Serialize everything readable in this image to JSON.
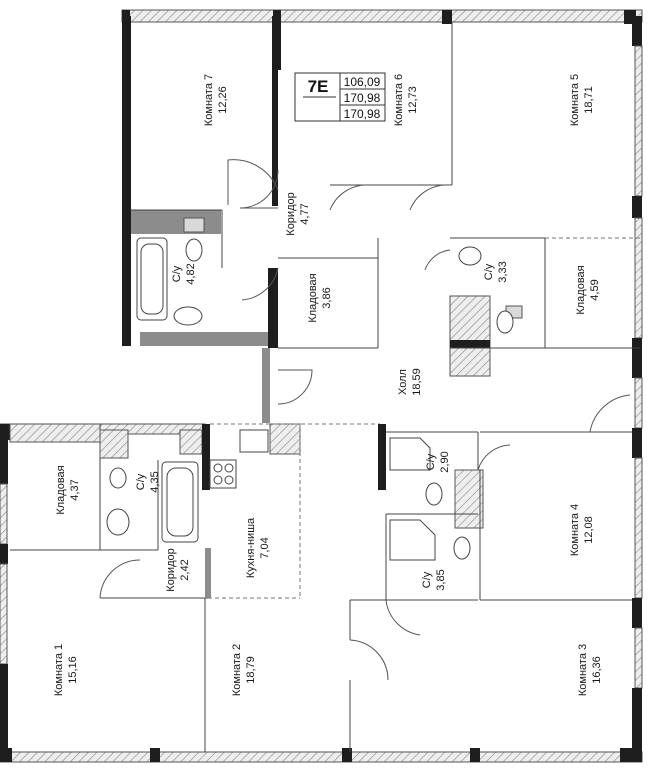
{
  "apartment": {
    "code": "7E",
    "areas": [
      "106,09",
      "170,98",
      "170,98"
    ]
  },
  "rooms": [
    {
      "id": "komnata-7",
      "name": "Комната 7",
      "area": "12,26"
    },
    {
      "id": "komnata-6",
      "name": "Комната 6",
      "area": "12,73"
    },
    {
      "id": "komnata-5",
      "name": "Комната 5",
      "area": "18,71"
    },
    {
      "id": "koridor-upper",
      "name": "Коридор",
      "area": "4,77"
    },
    {
      "id": "su-upper-left",
      "name": "С/у",
      "area": "4,82"
    },
    {
      "id": "kladovaya-center",
      "name": "Кладовая",
      "area": "3,86"
    },
    {
      "id": "su-upper-right",
      "name": "С/у",
      "area": "3,33"
    },
    {
      "id": "kladovaya-right",
      "name": "Кладовая",
      "area": "4,59"
    },
    {
      "id": "holl",
      "name": "Холл",
      "area": "18,59"
    },
    {
      "id": "kladovaya-left",
      "name": "Кладовая",
      "area": "4,37"
    },
    {
      "id": "su-lower-left",
      "name": "С/у",
      "area": "4,35"
    },
    {
      "id": "kukhnya-nisha",
      "name": "Кухня-ниша",
      "area": "7,04"
    },
    {
      "id": "koridor-lower",
      "name": "Коридор",
      "area": "2,42"
    },
    {
      "id": "su-mid-right",
      "name": "С/у",
      "area": "2,90"
    },
    {
      "id": "su-lower-right",
      "name": "С/у",
      "area": "3,85"
    },
    {
      "id": "komnata-4",
      "name": "Комната 4",
      "area": "12,08"
    },
    {
      "id": "komnata-1",
      "name": "Комната 1",
      "area": "15,16"
    },
    {
      "id": "komnata-2",
      "name": "Комната 2",
      "area": "18,79"
    },
    {
      "id": "komnata-3",
      "name": "Комната 3",
      "area": "16,36"
    }
  ]
}
